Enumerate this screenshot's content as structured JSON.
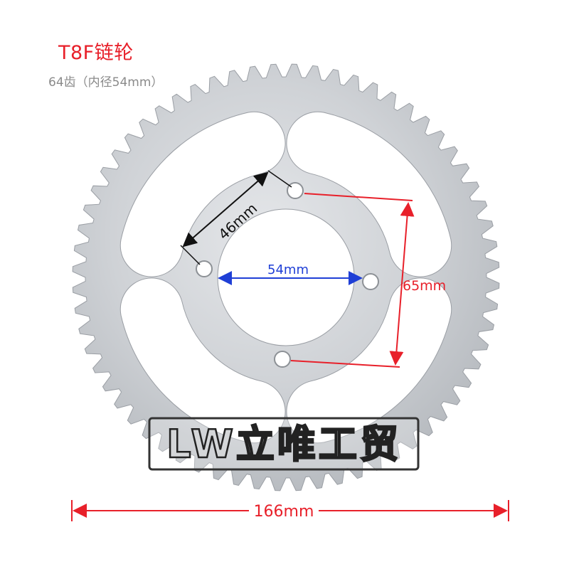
{
  "header": {
    "title": "T8F链轮",
    "subtitle": "64齿（内径54mm）"
  },
  "dimensions": {
    "inner_diameter_label": "54mm",
    "bolt_spacing_label": "46mm",
    "bolt_span_label": "65mm",
    "outer_diameter_label": "166mm"
  },
  "watermark": {
    "text": "LW立唯工贸"
  },
  "colors": {
    "red": "#e8202a",
    "blue": "#1f3fd6",
    "black": "#111111",
    "metal": "#c9ccd0"
  },
  "sprocket": {
    "teeth": 64
  }
}
